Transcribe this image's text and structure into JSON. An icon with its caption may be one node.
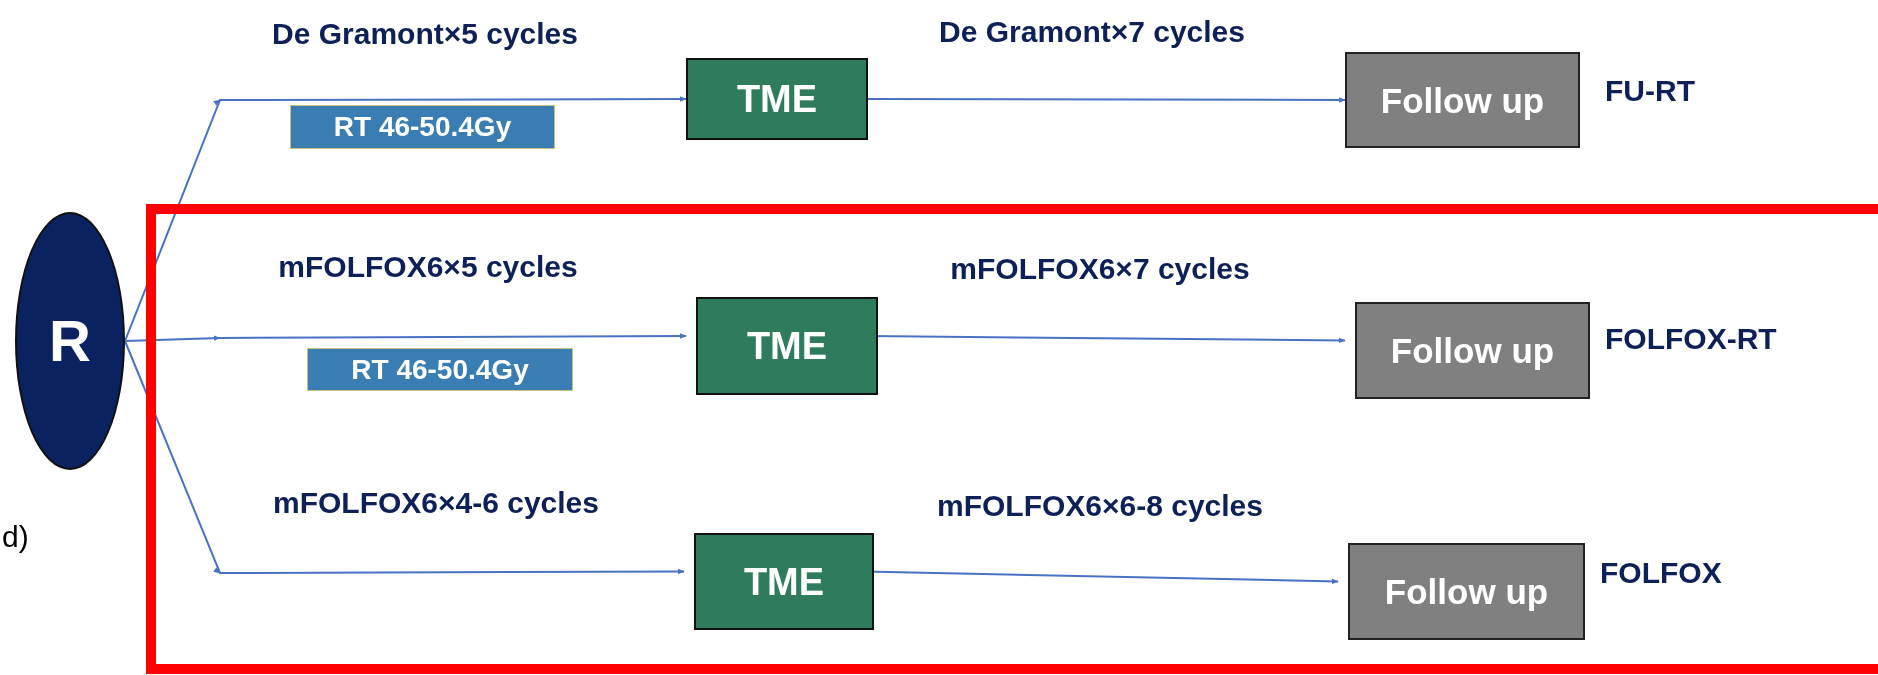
{
  "diagram": {
    "nodes": [
      {
        "text": [
          "R"
        ]
      },
      {
        "text": [
          "RT 46-50.4Gy"
        ]
      },
      {
        "text": [
          "TME"
        ]
      },
      {
        "text": [
          "Follow up"
        ],
        "beside": [
          "FU-RT"
        ]
      },
      {
        "text": [],
        "shape": "box"
      },
      {
        "text": [
          "RT 46-50.4Gy"
        ],
        "in": 4
      },
      {
        "text": [
          "TME"
        ],
        "in": 4
      },
      {
        "text": [
          "Follow up"
        ],
        "in": 4,
        "beside": [
          "FOLFOX-RT"
        ]
      },
      {
        "text": [
          "TME"
        ],
        "in": 4
      },
      {
        "text": [
          "Follow up"
        ],
        "in": 4,
        "beside": [
          "FOLFOX"
        ]
      }
    ],
    "edges": [
      {
        "from": 0,
        "to": 2,
        "arrow": "to",
        "label": "De Gramont×5 cycles"
      },
      {
        "from": 2,
        "to": 3,
        "arrow": "to",
        "label": "De Gramont×7 cycles"
      },
      {
        "from": 0,
        "to": 6,
        "arrow": "to",
        "label": "mFOLFOX6×5 cycles"
      },
      {
        "from": 6,
        "to": 7,
        "arrow": "to",
        "label": "mFOLFOX6×7 cycles"
      },
      {
        "from": 0,
        "to": 8,
        "arrow": "to",
        "label": "mFOLFOX6×4-6 cycles"
      },
      {
        "from": 8,
        "to": 9,
        "arrow": "to",
        "label": "mFOLFOX6×6-8 cycles"
      }
    ],
    "labels": [
      "d)"
    ]
  }
}
